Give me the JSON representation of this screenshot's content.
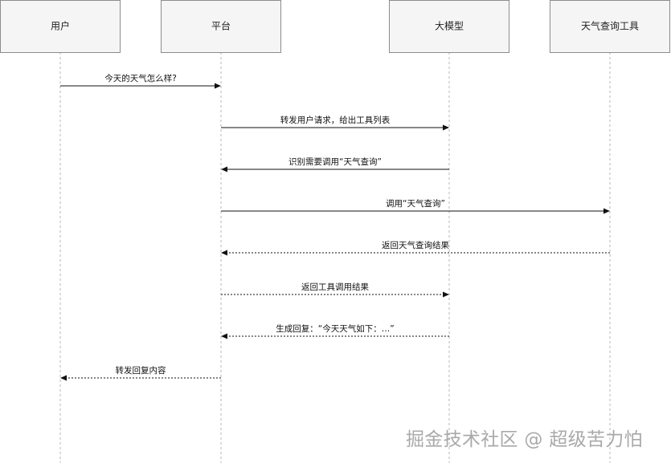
{
  "actors": [
    {
      "id": "user",
      "label": "用户"
    },
    {
      "id": "platform",
      "label": "平台"
    },
    {
      "id": "llm",
      "label": "大模型"
    },
    {
      "id": "weather_tool",
      "label": "天气查询工具"
    }
  ],
  "messages": [
    {
      "from": "user",
      "to": "platform",
      "label": "今天的天气怎么样?",
      "style": "solid"
    },
    {
      "from": "platform",
      "to": "llm",
      "label": "转发用户请求，给出工具列表",
      "style": "solid"
    },
    {
      "from": "llm",
      "to": "platform",
      "label": "识别需要调用“天气查询”",
      "style": "solid"
    },
    {
      "from": "platform",
      "to": "weather_tool",
      "label": "调用“天气查询”",
      "style": "solid"
    },
    {
      "from": "weather_tool",
      "to": "platform",
      "label": "返回天气查询结果",
      "style": "dotted"
    },
    {
      "from": "platform",
      "to": "llm",
      "label": "返回工具调用结果",
      "style": "dotted"
    },
    {
      "from": "llm",
      "to": "platform",
      "label": "生成回复：“今天天气如下：…”",
      "style": "dotted"
    },
    {
      "from": "platform",
      "to": "user",
      "label": "转发回复内容",
      "style": "dotted"
    }
  ],
  "watermark": "掘金技术社区 @ 超级苦力怕"
}
